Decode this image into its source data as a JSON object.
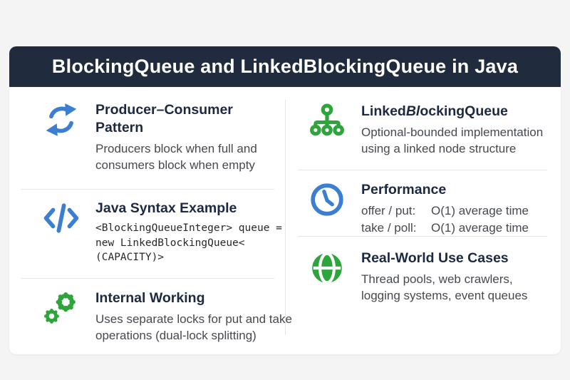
{
  "header": {
    "title": "BlockingQueue and LinkedBlockingQueue in Java"
  },
  "colors": {
    "background": "#f4f4f5",
    "header_navy": "#202c3d",
    "card": "#ffffff",
    "accent_blue": "#3b7ed2",
    "accent_green": "#2ea53a",
    "title_text": "#1d2940",
    "body_text": "#46494f",
    "divider": "#e4e5e7"
  },
  "left_column": {
    "items": [
      {
        "icon": "refresh-cycle-icon",
        "icon_color": "#3b7ed2",
        "title": "Producer–Consumer\nPattern",
        "description": "Producers block when full and\nconsumers block when empty"
      },
      {
        "icon": "code-icon",
        "icon_color": "#3b7ed2",
        "title": "Java Syntax Example",
        "code_lines": [
          "<BlockingQueueInteger> queue =",
          "new LinkedBlockingQueue<",
          "(CAPACITY)>"
        ]
      },
      {
        "icon": "gears-icon",
        "icon_color": "#2ea53a",
        "title": "Internal Working",
        "description": "Uses separate locks for put and take\noperations (dual-lock splitting)"
      }
    ]
  },
  "right_column": {
    "items": [
      {
        "icon": "node-tree-icon",
        "icon_color": "#2ea53a",
        "title_segments": {
          "pre": "Linked",
          "italic": "Bl",
          "post": "ockingQueue"
        },
        "description": "Optional-bounded implementation\nusing a linked node structure"
      },
      {
        "icon": "clock-icon",
        "icon_color": "#3b7ed2",
        "title": "Performance",
        "rows": [
          {
            "label": "offer / put:",
            "value": "O(1) average time"
          },
          {
            "label": "take / poll:",
            "value": "O(1) average time"
          }
        ]
      },
      {
        "icon": "globe-icon",
        "icon_color": "#2ea53a",
        "title": "Real-World Use Cases",
        "description": "Thread pools, web crawlers,\nlogging systems, event queues"
      }
    ]
  }
}
